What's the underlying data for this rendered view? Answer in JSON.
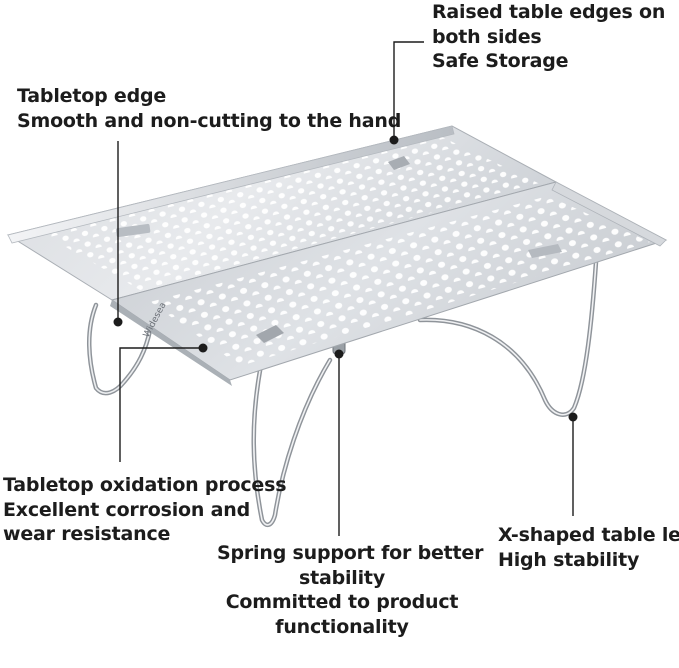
{
  "callouts": {
    "raised_edges": {
      "line1": "Raised table edges on",
      "line2": "both sides",
      "line3": "Safe Storage"
    },
    "tabletop_edge": {
      "line1": "Tabletop edge",
      "line2": "Smooth and non-cutting to the hand"
    },
    "oxidation": {
      "line1": "Tabletop oxidation process",
      "line2": "Excellent corrosion and",
      "line3": "wear resistance"
    },
    "spring": {
      "line1": "Spring support for better",
      "line2": "stability",
      "line3": "Committed to product",
      "line4": "functionality"
    },
    "legs": {
      "line1": "X-shaped table legs",
      "line2": "High stability"
    }
  },
  "colors": {
    "text": "#1c1c1c",
    "metal_light": "#e4e6e9",
    "metal_mid": "#c3c7cc",
    "metal_dark": "#8d9298",
    "callout_line": "#1c1c1c"
  },
  "product_logo": "Widesea"
}
